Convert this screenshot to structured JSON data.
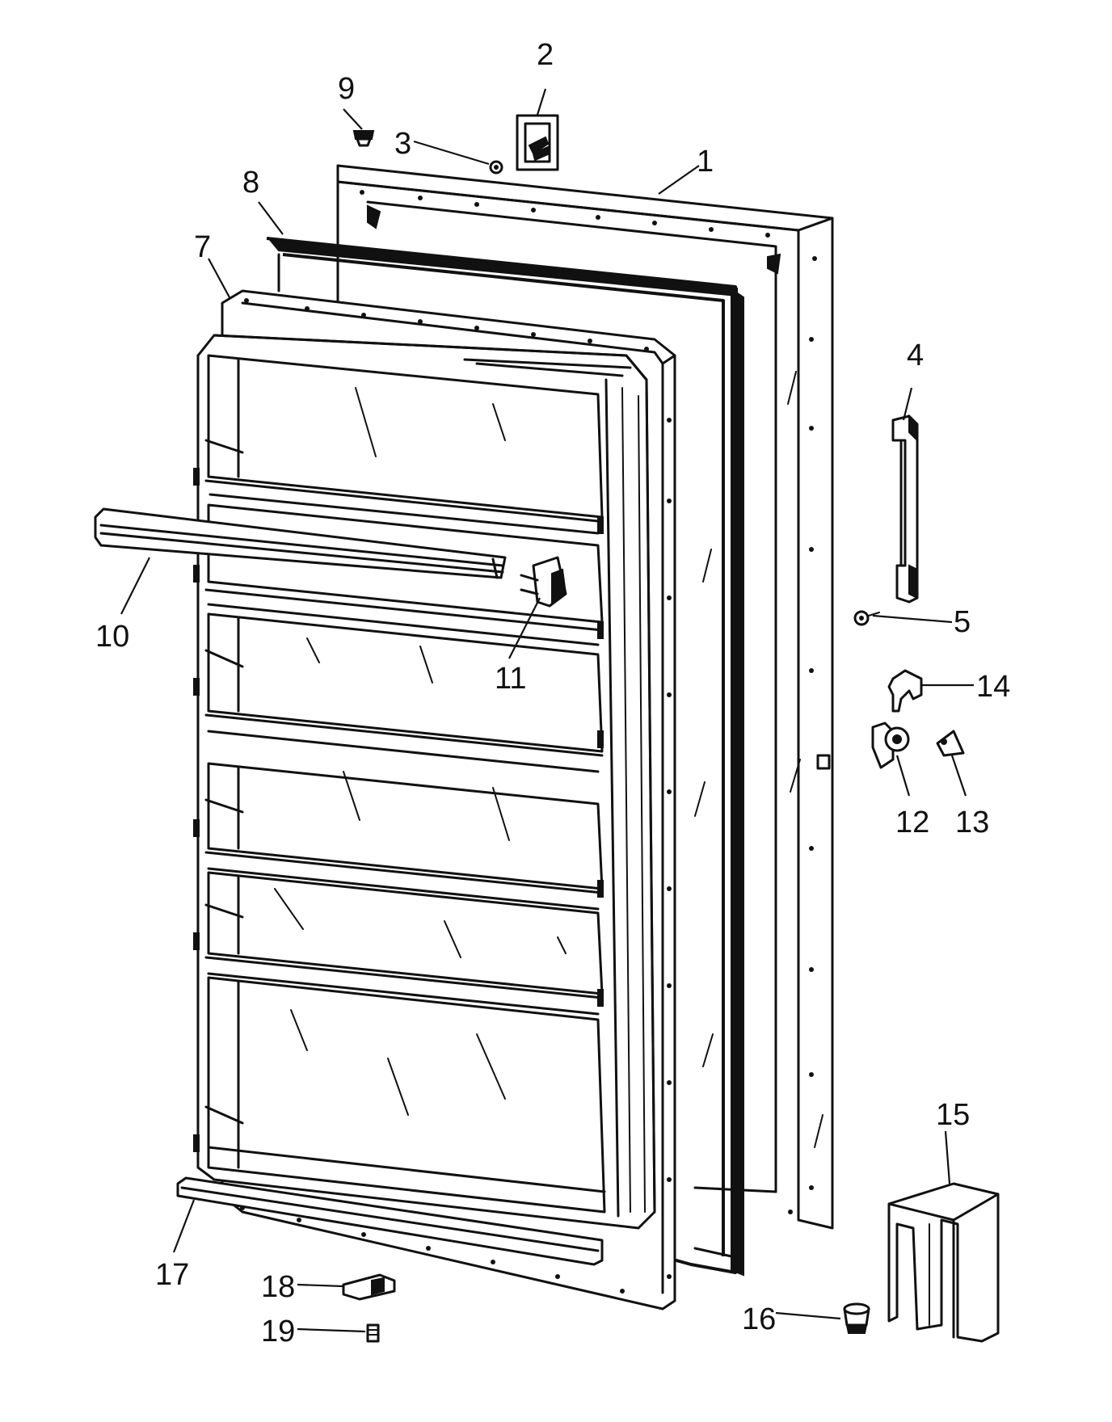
{
  "callouts": [
    {
      "id": "1",
      "label": "1"
    },
    {
      "id": "2",
      "label": "2"
    },
    {
      "id": "3",
      "label": "3"
    },
    {
      "id": "4",
      "label": "4"
    },
    {
      "id": "5",
      "label": "5"
    },
    {
      "id": "7",
      "label": "7"
    },
    {
      "id": "8",
      "label": "8"
    },
    {
      "id": "9",
      "label": "9"
    },
    {
      "id": "10",
      "label": "10"
    },
    {
      "id": "11",
      "label": "11"
    },
    {
      "id": "12",
      "label": "12"
    },
    {
      "id": "13",
      "label": "13"
    },
    {
      "id": "14",
      "label": "14"
    },
    {
      "id": "15",
      "label": "15"
    },
    {
      "id": "16",
      "label": "16"
    },
    {
      "id": "17",
      "label": "17"
    },
    {
      "id": "18",
      "label": "18"
    },
    {
      "id": "19",
      "label": "19"
    }
  ]
}
